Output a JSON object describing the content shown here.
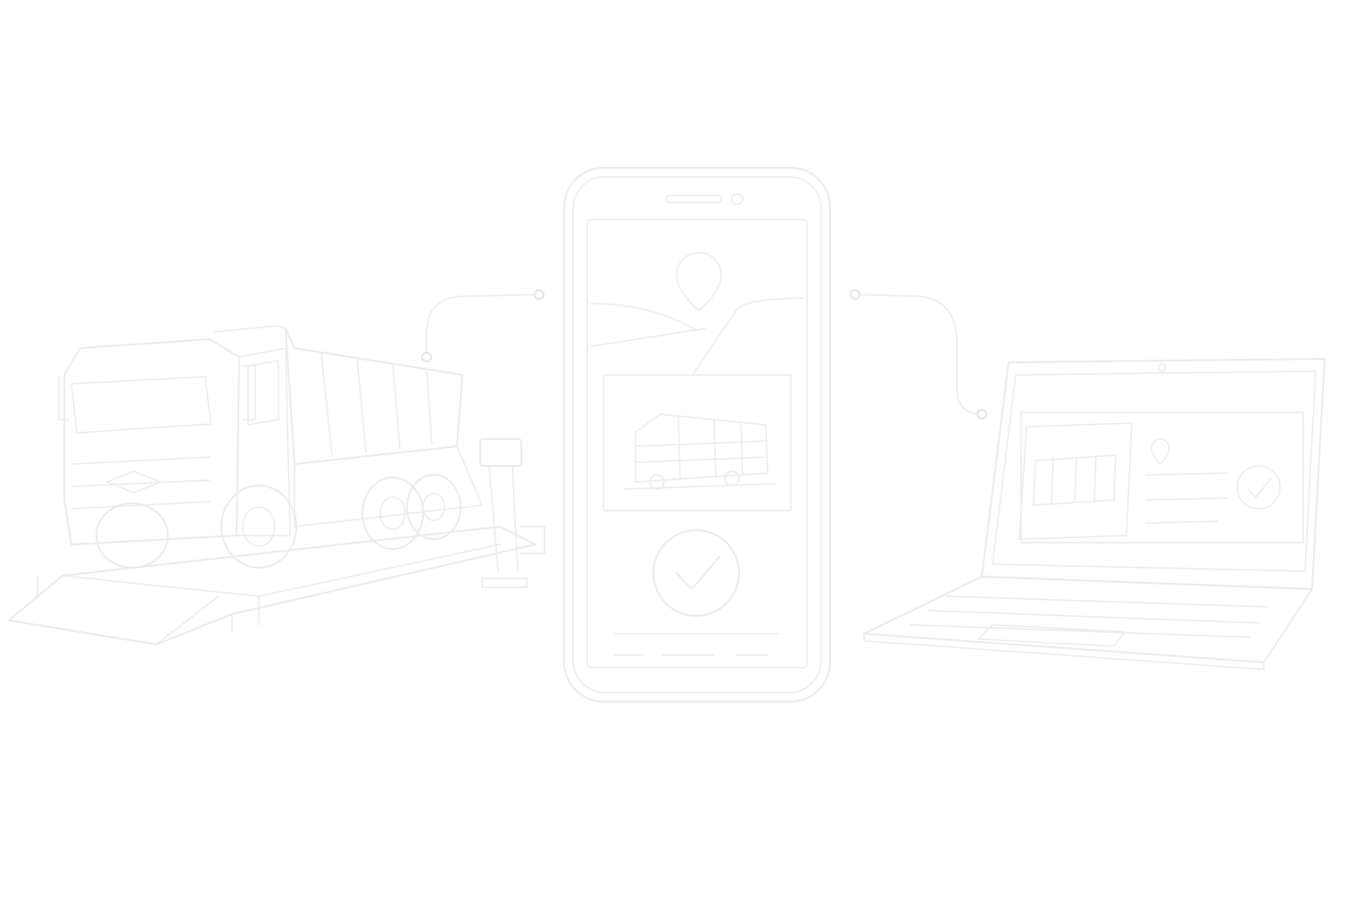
{
  "illustration": {
    "line_color": "#ececec",
    "background": "#ffffff",
    "scene": [
      "truck-on-weighbridge",
      "smartphone",
      "laptop"
    ],
    "phone_screen_icons": [
      "location-pin-icon",
      "truck-photo-icon",
      "check-circle-icon"
    ],
    "laptop_screen_icons": [
      "truck-photo-icon",
      "location-pin-icon",
      "check-circle-icon"
    ]
  }
}
